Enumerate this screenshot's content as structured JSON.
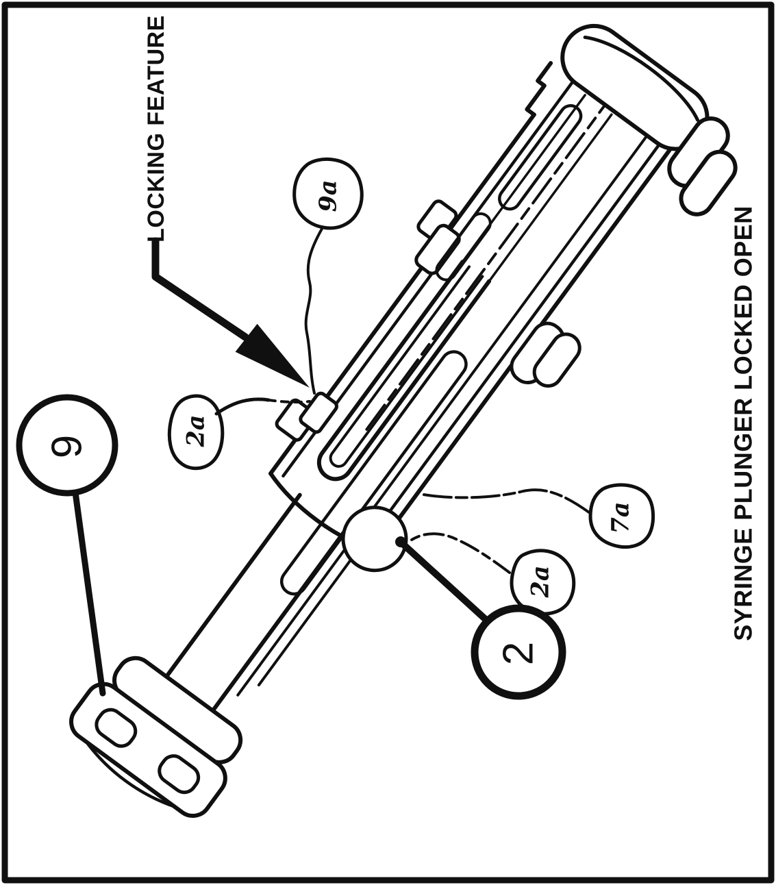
{
  "figure": {
    "caption": "SYRINGE PLUNGER LOCKED OPEN",
    "annotation_label": "LOCKING FEATURE"
  },
  "callouts": {
    "part_9": "9",
    "part_2": "2",
    "note_9a": "9a",
    "note_2a_upper": "2a",
    "note_7a": "7a",
    "note_2a_lower": "2a"
  },
  "colors": {
    "ink": "#101010",
    "paper": "#ffffff"
  }
}
